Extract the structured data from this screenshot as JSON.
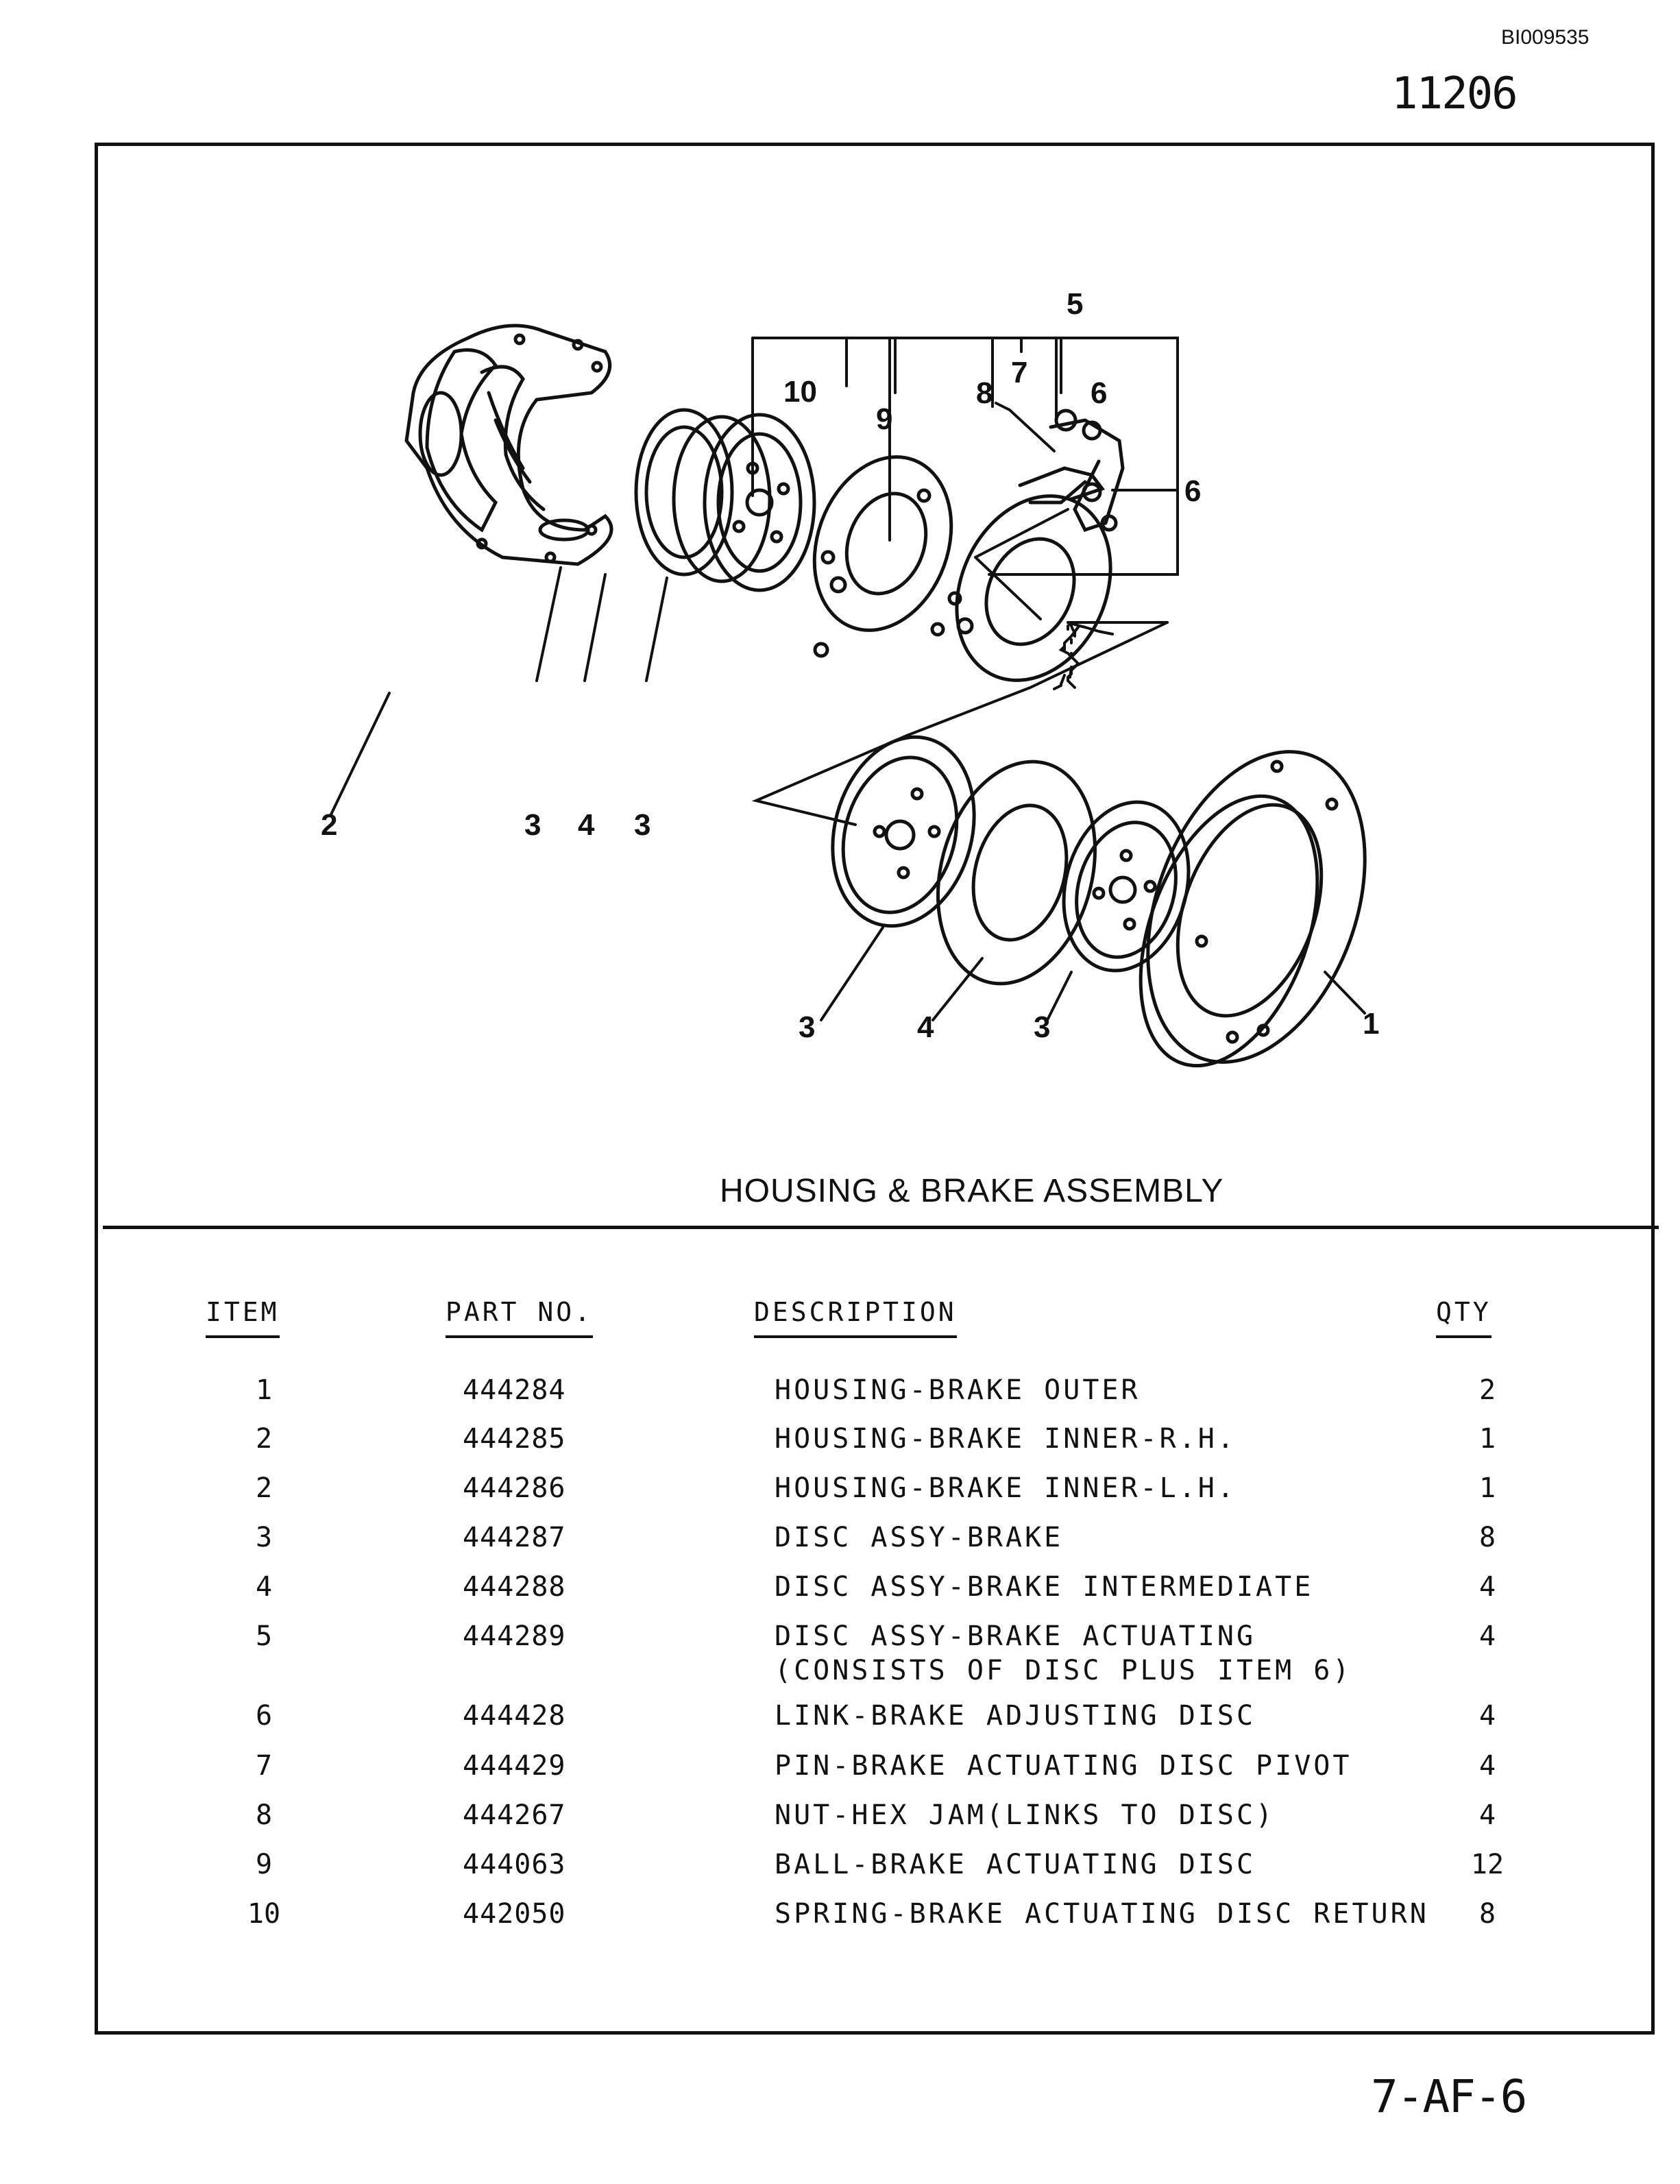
{
  "header": {
    "doc_id": "BI009535",
    "page_number": "11206"
  },
  "figure": {
    "title": "HOUSING & BRAKE ASSEMBLY",
    "callouts": {
      "c5": "5",
      "c10": "10",
      "c8": "8",
      "c7": "7",
      "c6a": "6",
      "c9": "9",
      "c6b": "6",
      "c2": "2",
      "c3a": "3",
      "c4a": "4",
      "c3b": "3",
      "c3c": "3",
      "c4b": "4",
      "c3d": "3",
      "c1": "1"
    }
  },
  "table": {
    "headers": {
      "item": "ITEM",
      "part_no": "PART NO.",
      "description": "DESCRIPTION",
      "qty": "QTY"
    },
    "rows": [
      {
        "item": "1",
        "part_no": "444284",
        "description": "HOUSING-BRAKE OUTER",
        "description2": "",
        "qty": "2"
      },
      {
        "item": "2",
        "part_no": "444285",
        "description": "HOUSING-BRAKE INNER-R.H.",
        "description2": "",
        "qty": "1"
      },
      {
        "item": "2",
        "part_no": "444286",
        "description": "HOUSING-BRAKE INNER-L.H.",
        "description2": "",
        "qty": "1"
      },
      {
        "item": "3",
        "part_no": "444287",
        "description": "DISC ASSY-BRAKE",
        "description2": "",
        "qty": "8"
      },
      {
        "item": "4",
        "part_no": "444288",
        "description": "DISC ASSY-BRAKE INTERMEDIATE",
        "description2": "",
        "qty": "4"
      },
      {
        "item": "5",
        "part_no": "444289",
        "description": "DISC ASSY-BRAKE ACTUATING",
        "description2": "(CONSISTS OF DISC PLUS ITEM 6)",
        "qty": "4"
      },
      {
        "item": "6",
        "part_no": "444428",
        "description": "LINK-BRAKE ADJUSTING DISC",
        "description2": "",
        "qty": "4"
      },
      {
        "item": "7",
        "part_no": "444429",
        "description": "PIN-BRAKE ACTUATING DISC PIVOT",
        "description2": "",
        "qty": "4"
      },
      {
        "item": "8",
        "part_no": "444267",
        "description": "NUT-HEX JAM(LINKS TO DISC)",
        "description2": "",
        "qty": "4"
      },
      {
        "item": "9",
        "part_no": "444063",
        "description": "BALL-BRAKE ACTUATING DISC",
        "description2": "",
        "qty": "12"
      },
      {
        "item": "10",
        "part_no": "442050",
        "description": "SPRING-BRAKE ACTUATING DISC RETURN",
        "description2": "",
        "qty": "8"
      }
    ]
  },
  "footer": {
    "code": "7-AF-6"
  }
}
